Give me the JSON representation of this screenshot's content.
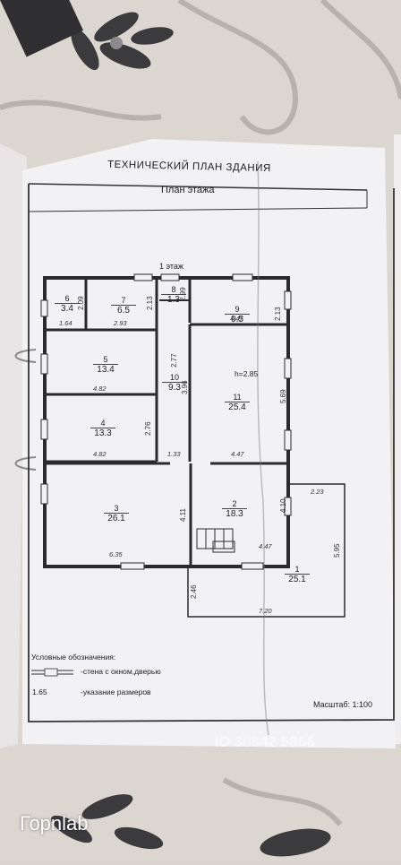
{
  "document": {
    "title": "ТЕХНИЧЕСКИЙ ПЛАН ЗДАНИЯ",
    "subtitle": "План этажа",
    "floor_label": "1 этаж",
    "ceiling_height": "h=2.85"
  },
  "rooms": [
    {
      "num": "1",
      "area": "25.1"
    },
    {
      "num": "2",
      "area": "18.3"
    },
    {
      "num": "3",
      "area": "26.1"
    },
    {
      "num": "4",
      "area": "13.3"
    },
    {
      "num": "5",
      "area": "13.4"
    },
    {
      "num": "6",
      "area": "3.4"
    },
    {
      "num": "7",
      "area": "6.5"
    },
    {
      "num": "8",
      "area": "1.3"
    },
    {
      "num": "9",
      "area": "9.5"
    },
    {
      "num": "10",
      "area": "9.3"
    },
    {
      "num": "11",
      "area": "25.4"
    }
  ],
  "dims": [
    "1.64",
    "2.09",
    "2.93",
    "2.13",
    "2.99",
    "4.47",
    "2.13",
    "4.82",
    "2.77",
    "3.96",
    "5.69",
    "4.82",
    "2.76",
    "1.33",
    "4.47",
    "4.11",
    "4.10",
    "2.23",
    "6.35",
    "4.47",
    "5.95",
    "2.46",
    "7.20"
  ],
  "legend": {
    "heading": "Условные обозначения:",
    "wall_label": "-стена с окном,дверью",
    "dim_sample": "1.65",
    "dim_label": "-указание размеров"
  },
  "scale": "Масштаб: 1:100",
  "watermark": {
    "brand": "Горnlab",
    "faint_text": "ID 30842 5866"
  }
}
